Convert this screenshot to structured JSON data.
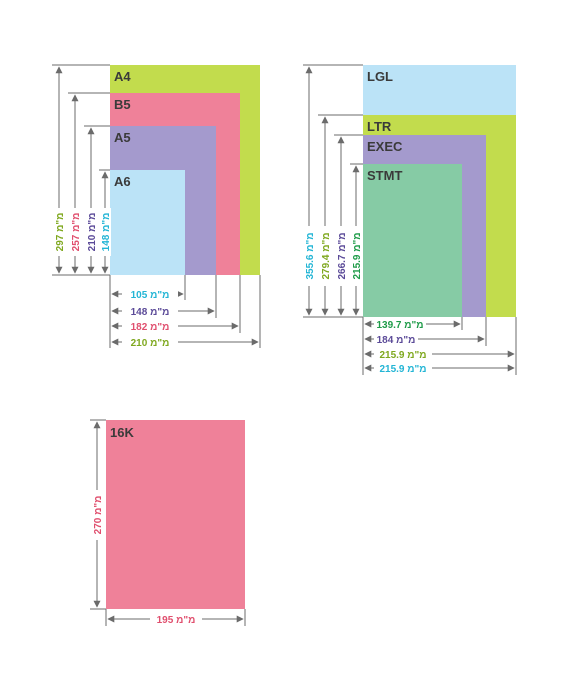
{
  "colors": {
    "green": "#C2DC4D",
    "pink": "#EF8199",
    "purple": "#A49ACD",
    "lightblue": "#BBE3F7",
    "teal": "#86CBA5",
    "cyan": "#23B5D5",
    "darkgreen": "#1E9B48",
    "darkpurple": "#5B4A98",
    "gray": "#6B6B6B"
  },
  "iso_group": {
    "labels": {
      "a4": "A4",
      "b5": "B5",
      "a5": "A5",
      "a6": "A6"
    },
    "heights": {
      "a4": "297 מ\"מ",
      "b5": "257 מ\"מ",
      "a5": "210 מ\"מ",
      "a6": "148 מ\"מ"
    },
    "widths": {
      "a6": "105 מ\"מ",
      "a5": "148 מ\"מ",
      "b5": "182 מ\"מ",
      "a4": "210 מ\"מ"
    }
  },
  "us_group": {
    "labels": {
      "lgl": "LGL",
      "ltr": "LTR",
      "exec": "EXEC",
      "stmt": "STMT"
    },
    "heights": {
      "lgl": "355.6 מ\"מ",
      "ltr": "279.4 מ\"מ",
      "exec": "266.7 מ\"מ",
      "stmt": "215.9 מ\"מ"
    },
    "widths": {
      "stmt": "139.7 מ\"מ",
      "exec": "184 מ\"מ",
      "ltr": "215.9 מ\"מ",
      "lgl": "215.9 מ\"מ"
    }
  },
  "k16": {
    "label": "16K",
    "height": "270 מ\"מ",
    "width": "195 מ\"מ"
  }
}
